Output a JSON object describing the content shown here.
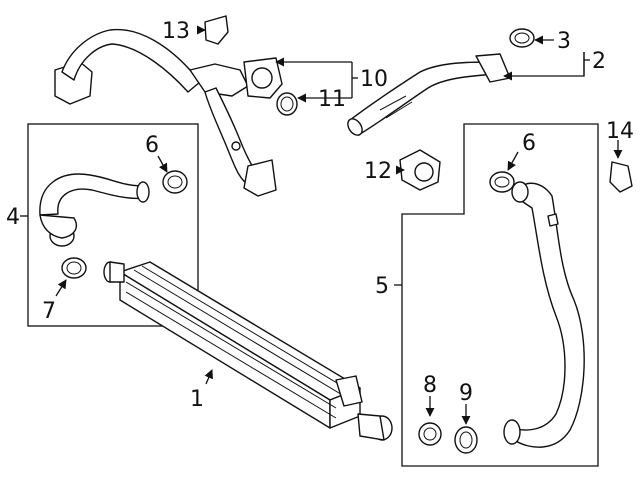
{
  "diagram": {
    "callouts": [
      {
        "id": "c1",
        "text": "1"
      },
      {
        "id": "c2",
        "text": "2"
      },
      {
        "id": "c3",
        "text": "3"
      },
      {
        "id": "c4",
        "text": "4"
      },
      {
        "id": "c5",
        "text": "5"
      },
      {
        "id": "c6a",
        "text": "6"
      },
      {
        "id": "c6b",
        "text": "6"
      },
      {
        "id": "c7",
        "text": "7"
      },
      {
        "id": "c8",
        "text": "8"
      },
      {
        "id": "c9",
        "text": "9"
      },
      {
        "id": "c10",
        "text": "10"
      },
      {
        "id": "c11",
        "text": "11"
      },
      {
        "id": "c12",
        "text": "12"
      },
      {
        "id": "c13",
        "text": "13"
      },
      {
        "id": "c14",
        "text": "14"
      }
    ]
  }
}
